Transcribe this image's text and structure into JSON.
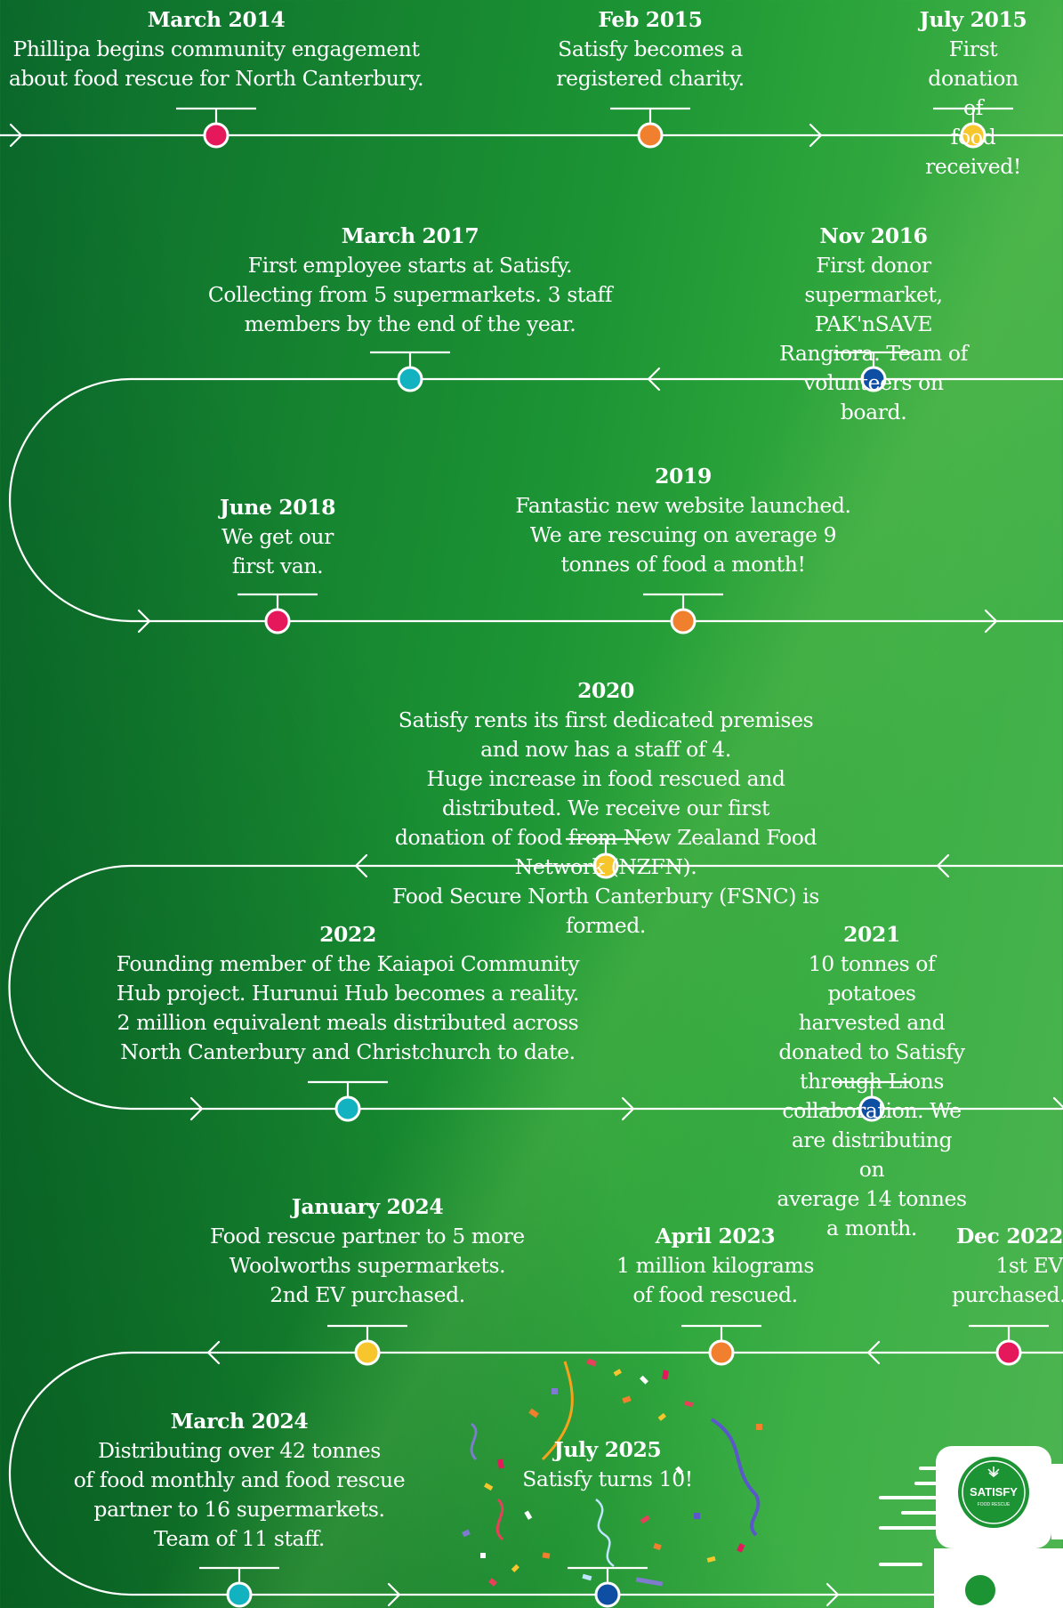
{
  "colors": {
    "pink": "#e5185c",
    "orange": "#f07f2e",
    "yellow": "#f7c52c",
    "teal": "#12b2c0",
    "blue": "#0f4fa3",
    "line": "#ffffff"
  },
  "events": [
    {
      "date": "March 2014",
      "desc": "Phillipa begins community engagement\nabout food rescue for North Canterbury.",
      "dot": "pink"
    },
    {
      "date": "Feb 2015",
      "desc": "Satisfy becomes a\nregistered charity.",
      "dot": "orange"
    },
    {
      "date": "July 2015",
      "desc": "First donation of\nfood received!",
      "dot": "yellow"
    },
    {
      "date": "March 2017",
      "desc": "First employee starts at Satisfy.\nCollecting from 5 supermarkets. 3 staff\nmembers by the end of the year.",
      "dot": "teal"
    },
    {
      "date": "Nov 2016",
      "desc": "First donor supermarket,\nPAK'nSAVE Rangiora. Team of\nvolunteers on board.",
      "dot": "blue"
    },
    {
      "date": "June 2018",
      "desc": "We get our\nfirst van.",
      "dot": "pink"
    },
    {
      "date": "2019",
      "desc": "Fantastic new website launched.\nWe are rescuing on average 9\ntonnes of food a month!",
      "dot": "orange"
    },
    {
      "date": "2020",
      "desc": "Satisfy rents its first dedicated premises and now has a staff of 4.\nHuge increase in food rescued and distributed. We receive our first\ndonation of food from New Zealand Food Network (NZFN).\nFood Secure North Canterbury (FSNC) is formed.",
      "dot": "yellow"
    },
    {
      "date": "2022",
      "desc": "Founding member of the Kaiapoi Community\nHub project. Hurunui Hub becomes a reality.\n2 million equivalent meals distributed across\nNorth Canterbury and Christchurch to date.",
      "dot": "teal"
    },
    {
      "date": "2021",
      "desc": "10 tonnes of potatoes harvested and\ndonated to Satisfy through Lions\ncollaboration. We are distributing on\naverage 14 tonnes a month.",
      "dot": "blue"
    },
    {
      "date": "January 2024",
      "desc": "Food rescue partner to 5 more\nWoolworths supermarkets.\n2nd EV purchased.",
      "dot": "yellow"
    },
    {
      "date": "April 2023",
      "desc": "1 million kilograms\nof food rescued.",
      "dot": "orange"
    },
    {
      "date": "Dec 2022",
      "desc": "1st EV\npurchased.",
      "dot": "pink"
    },
    {
      "date": "March 2024",
      "desc": "Distributing over 42 tonnes\nof food monthly and food rescue\npartner to 16 supermarkets.\nTeam of 11 staff.",
      "dot": "teal"
    },
    {
      "date": "July 2025",
      "desc": "Satisfy turns 10!",
      "dot": "blue"
    }
  ],
  "logo": {
    "brand": "SATISFY",
    "tagline": "FOOD RESCUE",
    "icon": "satisfy-leaf-icon"
  }
}
